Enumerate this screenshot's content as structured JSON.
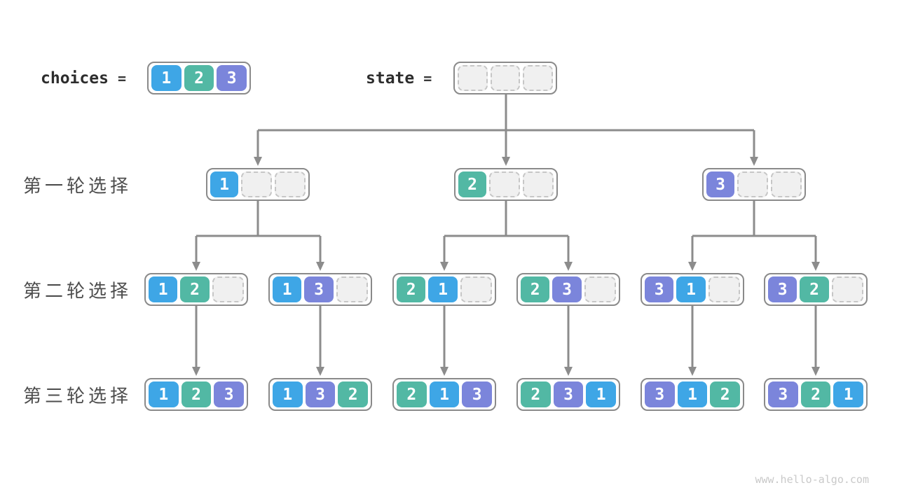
{
  "colors": {
    "1": "#3ea6e6",
    "2": "#52b8a4",
    "3": "#7b85db",
    "empty_fill": "#f0f0f0",
    "empty_border": "#c6c6c6",
    "box_border": "#8a8a8a",
    "arrow": "#8c8c8c",
    "label_text": "#4d4d4d",
    "code_text": "#2d2d2d",
    "cell_text": "#ffffff"
  },
  "header": {
    "choices": {
      "label": "choices",
      "equals": "=",
      "cells": [
        "1",
        "2",
        "3"
      ]
    },
    "state": {
      "label": "state",
      "equals": "=",
      "cells": [
        "",
        "",
        ""
      ]
    }
  },
  "rows": [
    {
      "label": "第一轮选择",
      "nodes": [
        {
          "cells": [
            "1",
            "",
            ""
          ]
        },
        {
          "cells": [
            "2",
            "",
            ""
          ]
        },
        {
          "cells": [
            "3",
            "",
            ""
          ]
        }
      ]
    },
    {
      "label": "第二轮选择",
      "nodes": [
        {
          "cells": [
            "1",
            "2",
            ""
          ]
        },
        {
          "cells": [
            "1",
            "3",
            ""
          ]
        },
        {
          "cells": [
            "2",
            "1",
            ""
          ]
        },
        {
          "cells": [
            "2",
            "3",
            ""
          ]
        },
        {
          "cells": [
            "3",
            "1",
            ""
          ]
        },
        {
          "cells": [
            "3",
            "2",
            ""
          ]
        }
      ]
    },
    {
      "label": "第三轮选择",
      "nodes": [
        {
          "cells": [
            "1",
            "2",
            "3"
          ]
        },
        {
          "cells": [
            "1",
            "3",
            "2"
          ]
        },
        {
          "cells": [
            "2",
            "1",
            "3"
          ]
        },
        {
          "cells": [
            "2",
            "3",
            "1"
          ]
        },
        {
          "cells": [
            "3",
            "1",
            "2"
          ]
        },
        {
          "cells": [
            "3",
            "2",
            "1"
          ]
        }
      ]
    }
  ],
  "watermark": "www.hello-algo.com"
}
